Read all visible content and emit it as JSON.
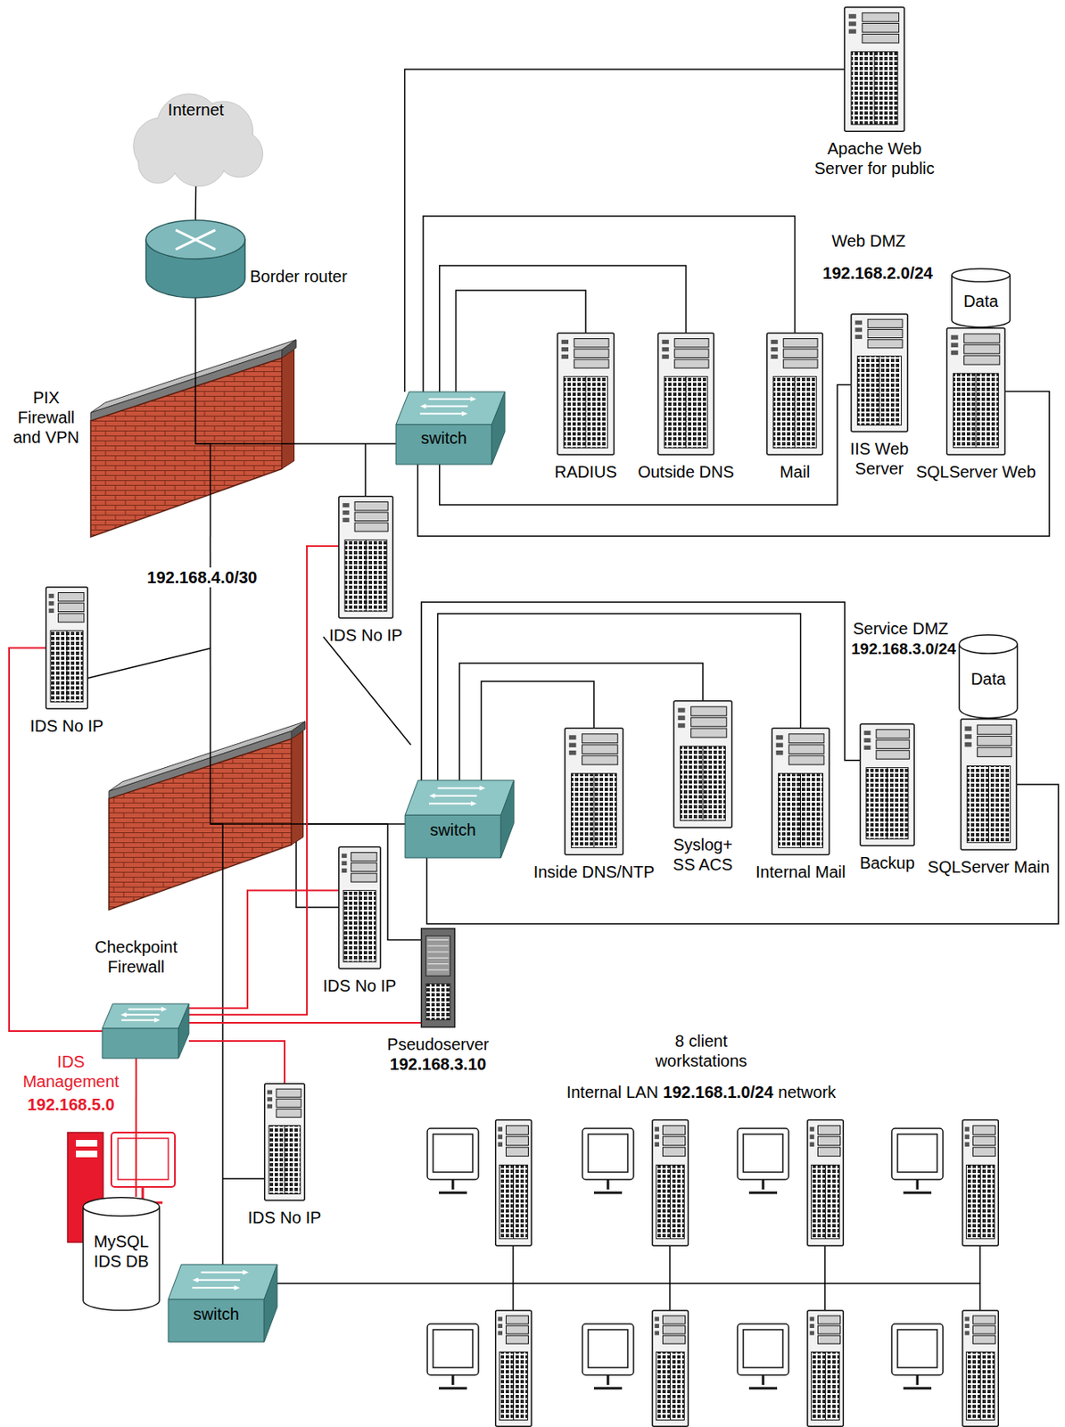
{
  "diagram": {
    "nodes": [
      {
        "text": [
          "Internet"
        ]
      },
      {
        "text": [
          "Apache Web Server for public"
        ]
      },
      {
        "text": [
          "Border router"
        ]
      },
      {
        "text": [
          "Data"
        ]
      },
      {
        "text": [
          "PIX Firewall and VPN"
        ]
      },
      {
        "text": [
          "switch"
        ]
      },
      {
        "text": [
          "RADIUS"
        ]
      },
      {
        "text": [
          "Outside DNS"
        ]
      },
      {
        "text": [
          "Mail"
        ]
      },
      {
        "text": [
          "IIS Web Server"
        ]
      },
      {
        "text": [
          "SQLServer Web"
        ]
      },
      {
        "text": [
          "IDS No IP"
        ]
      },
      {
        "text": [
          "IDS No IP"
        ]
      },
      {
        "text": [
          "Data"
        ]
      },
      {
        "text": [
          "switch"
        ]
      },
      {
        "text": [
          "Inside DNS/NTP"
        ]
      },
      {
        "text": [
          "Syslog+ SS ACS"
        ]
      },
      {
        "text": [
          "Checkpoint Firewall"
        ]
      },
      {
        "text": [
          "Internal Mail"
        ]
      },
      {
        "text": [
          "Backup"
        ]
      },
      {
        "text": [
          "SQLServer Main"
        ]
      },
      {
        "text": [
          "IDS No IP"
        ]
      },
      {
        "text": [
          "IDS Management",
          "192.168.5.0"
        ]
      },
      {
        "text": [
          "Pseudoserver",
          "192.168.3.10"
        ]
      },
      {
        "text": [
          "IDS No IP"
        ]
      },
      {
        "text": [
          "MySQL IDS DB"
        ]
      },
      {
        "text": [
          "switch"
        ]
      }
    ],
    "edges": [
      {
        "from": 0,
        "to": 2,
        "arrow": "none"
      },
      {
        "from": 2,
        "to": 4,
        "arrow": "none"
      },
      {
        "from": 4,
        "to": 5,
        "arrow": "none"
      },
      {
        "from": 5,
        "to": 1,
        "arrow": "none"
      },
      {
        "from": 5,
        "to": 8,
        "arrow": "none"
      },
      {
        "from": 5,
        "to": 7,
        "arrow": "none"
      },
      {
        "from": 5,
        "to": 6,
        "arrow": "none"
      },
      {
        "from": 5,
        "to": 9,
        "arrow": "none"
      },
      {
        "from": 5,
        "to": 10,
        "arrow": "none"
      },
      {
        "from": 4,
        "to": 17,
        "arrow": "none"
      },
      {
        "from": 17,
        "to": 14,
        "arrow": "none"
      },
      {
        "from": 14,
        "to": 15,
        "arrow": "none"
      },
      {
        "from": 14,
        "to": 16,
        "arrow": "none"
      },
      {
        "from": 14,
        "to": 18,
        "arrow": "none"
      },
      {
        "from": 14,
        "to": 19,
        "arrow": "none"
      },
      {
        "from": 14,
        "to": 20,
        "arrow": "none"
      },
      {
        "from": 17,
        "to": 23,
        "arrow": "none"
      },
      {
        "from": 17,
        "to": 26,
        "arrow": "none"
      },
      {
        "from": 22,
        "to": 12,
        "arrow": "none"
      },
      {
        "from": 22,
        "to": 11,
        "arrow": "none"
      },
      {
        "from": 22,
        "to": 21,
        "arrow": "none"
      },
      {
        "from": 22,
        "to": 23,
        "arrow": "none"
      },
      {
        "from": 22,
        "to": 24,
        "arrow": "none"
      },
      {
        "from": 22,
        "to": 25,
        "arrow": "none"
      }
    ],
    "labels": [
      "Web DMZ",
      "192.168.2.0/24",
      "192.168.4.0/30",
      "Service DMZ",
      "192.168.3.0/24",
      "8 client workstations",
      "Internal LAN",
      "192.168.1.0/24",
      "network"
    ]
  }
}
